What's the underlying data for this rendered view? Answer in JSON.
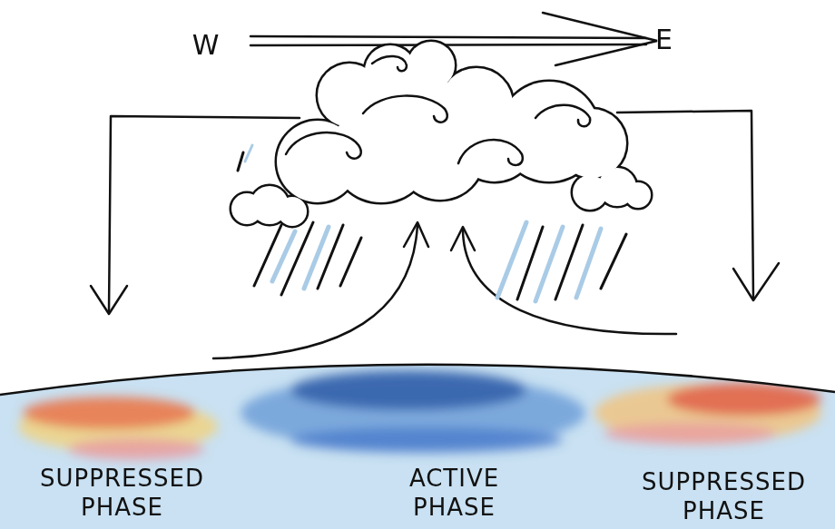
{
  "diagram": {
    "labels": [
      "W",
      "E",
      "SUPPRESSED PHASE",
      "ACTIVE PHASE",
      "SUPPRESSED PHASE"
    ]
  }
}
